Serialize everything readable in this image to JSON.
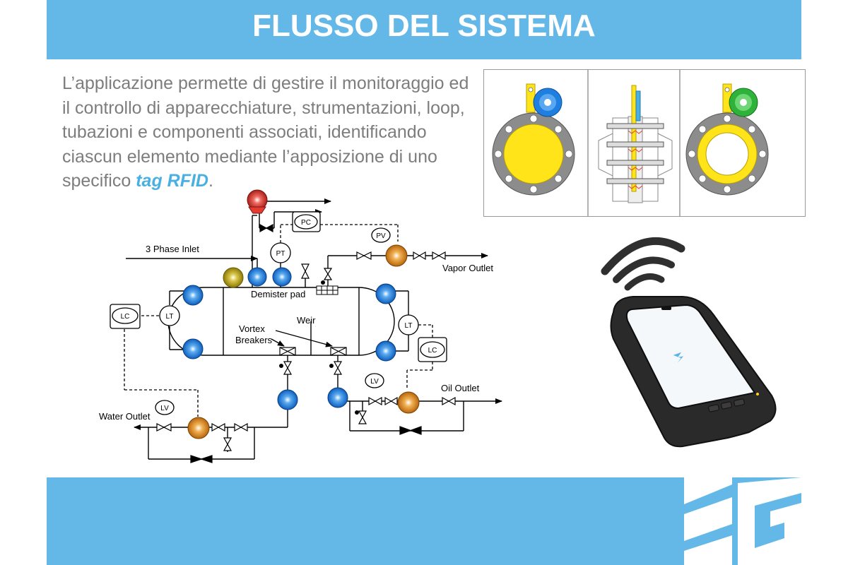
{
  "header": {
    "title": "FLUSSO DEL SISTEMA"
  },
  "intro": {
    "text": "L’applicazione permette di gestire il monitoraggio ed il controllo di apparecchiature, strumentazioni, loop, tubazioni e componenti associati, identificando ciascun elemento mediante l’apposizione di uno specifico ",
    "highlight": "tag RFID",
    "suffix": "."
  },
  "diagram": {
    "labels": {
      "inlet": "3 Phase Inlet",
      "demister": "Demister pad",
      "vapor": "Vapor Outlet",
      "weir": "Weir",
      "vortex": "Vortex",
      "breakers": "Breakers",
      "water": "Water Outlet",
      "oil": "Oil Outlet"
    },
    "instruments": {
      "pc": "PC",
      "pt": "PT",
      "pv": "PV",
      "lc_left": "LC",
      "lt_left": "LT",
      "lt_right": "LT",
      "lc_right": "LC",
      "lv_oil": "LV",
      "lv_water": "LV"
    }
  },
  "colors": {
    "brand": "#63b8e8",
    "text_gray": "#7d7d7d",
    "highlight": "#4ab0e2",
    "tag_blue": "#1e7fe0",
    "tag_red": "#e33b32",
    "tag_orange": "#e0901c",
    "tag_yellow": "#c9b21c",
    "tag_green": "#2fb23a",
    "flange_gray": "#8c8c8c",
    "blind_yellow": "#ffe419"
  }
}
